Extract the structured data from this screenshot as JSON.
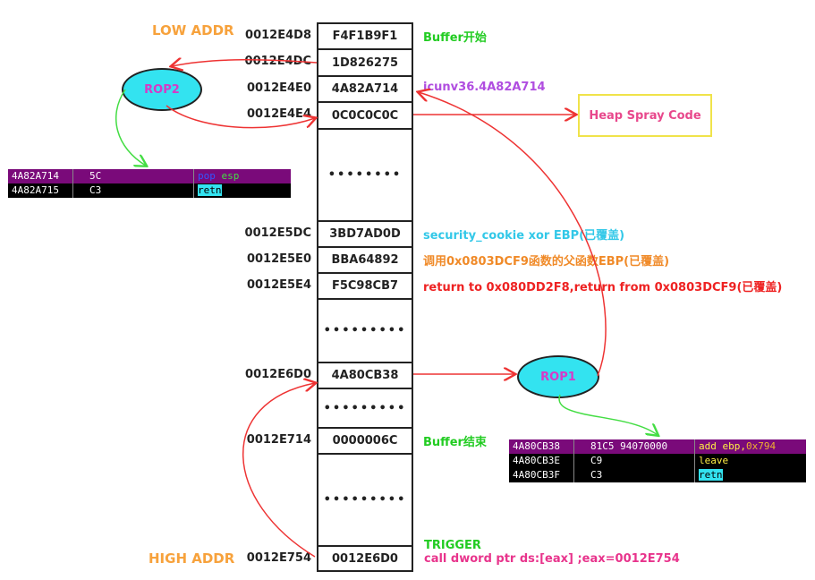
{
  "labels": {
    "low_addr": "LOW ADDR",
    "high_addr": "HIGH ADDR"
  },
  "stack": [
    {
      "addr": "0012E4D8",
      "value": "F4F1B9F1",
      "note": "Buffer开始",
      "note_color": "#22cc22"
    },
    {
      "addr": "0012E4DC",
      "value": "1D826275",
      "note": "",
      "note_color": ""
    },
    {
      "addr": "0012E4E0",
      "value": "4A82A714",
      "note": "icunv36.4A82A714",
      "note_color": "#b04de0"
    },
    {
      "addr": "0012E4E4",
      "value": "0C0C0C0C",
      "note": "",
      "note_color": ""
    },
    {
      "addr": "",
      "value": "••••••••",
      "note": "",
      "note_color": ""
    },
    {
      "addr": "0012E5DC",
      "value": "3BD7AD0D",
      "note": "security_cookie xor EBP(已覆盖)",
      "note_color": "#33c8e8"
    },
    {
      "addr": "0012E5E0",
      "value": "BBA64892",
      "note": "调用0x0803DCF9函数的父函数EBP(已覆盖)",
      "note_color": "#f08a28"
    },
    {
      "addr": "0012E5E4",
      "value": "F5C98CB7",
      "note": "return to 0x080DD2F8,return from 0x0803DCF9(已覆盖)",
      "note_color": "#ee2222"
    },
    {
      "addr": "",
      "value": "•••••••••",
      "note": "",
      "note_color": ""
    },
    {
      "addr": "0012E6D0",
      "value": "4A80CB38",
      "note": "",
      "note_color": ""
    },
    {
      "addr": "",
      "value": "•••••••••",
      "note": "",
      "note_color": ""
    },
    {
      "addr": "0012E714",
      "value": "0000006C",
      "note": "Buffer结束",
      "note_color": "#22cc22"
    },
    {
      "addr": "",
      "value": "•••••••••",
      "note": "",
      "note_color": ""
    },
    {
      "addr": "0012E754",
      "value": "0012E6D0",
      "note": "",
      "note_color": ""
    }
  ],
  "trigger": {
    "label": "TRIGGER",
    "instruction": "call dword ptr ds:[eax] ;eax=0012E754"
  },
  "rop1": {
    "label": "ROP1"
  },
  "rop2": {
    "label": "ROP2"
  },
  "heap_spray": {
    "label": "Heap Spray Code"
  },
  "asm_rop2": [
    {
      "addr": "4A82A714",
      "bytes": "5C",
      "mnemonic": "pop",
      "operand": " esp"
    },
    {
      "addr": "4A82A715",
      "bytes": "C3",
      "mnemonic": "retn",
      "operand": ""
    }
  ],
  "asm_rop1": [
    {
      "addr": "4A80CB38",
      "bytes": "81C5 94070000",
      "mnemonic": "add ebp,",
      "operand": "0x794"
    },
    {
      "addr": "4A80CB3E",
      "bytes": "C9",
      "mnemonic": "leave",
      "operand": ""
    },
    {
      "addr": "4A80CB3F",
      "bytes": "C3",
      "mnemonic": "retn",
      "operand": ""
    }
  ],
  "colors": {
    "arrow_red": "#ee3333",
    "arrow_green": "#44dd44",
    "ellipse_fill": "#33e3f0",
    "asm_highlight": "#7a0a7a"
  }
}
